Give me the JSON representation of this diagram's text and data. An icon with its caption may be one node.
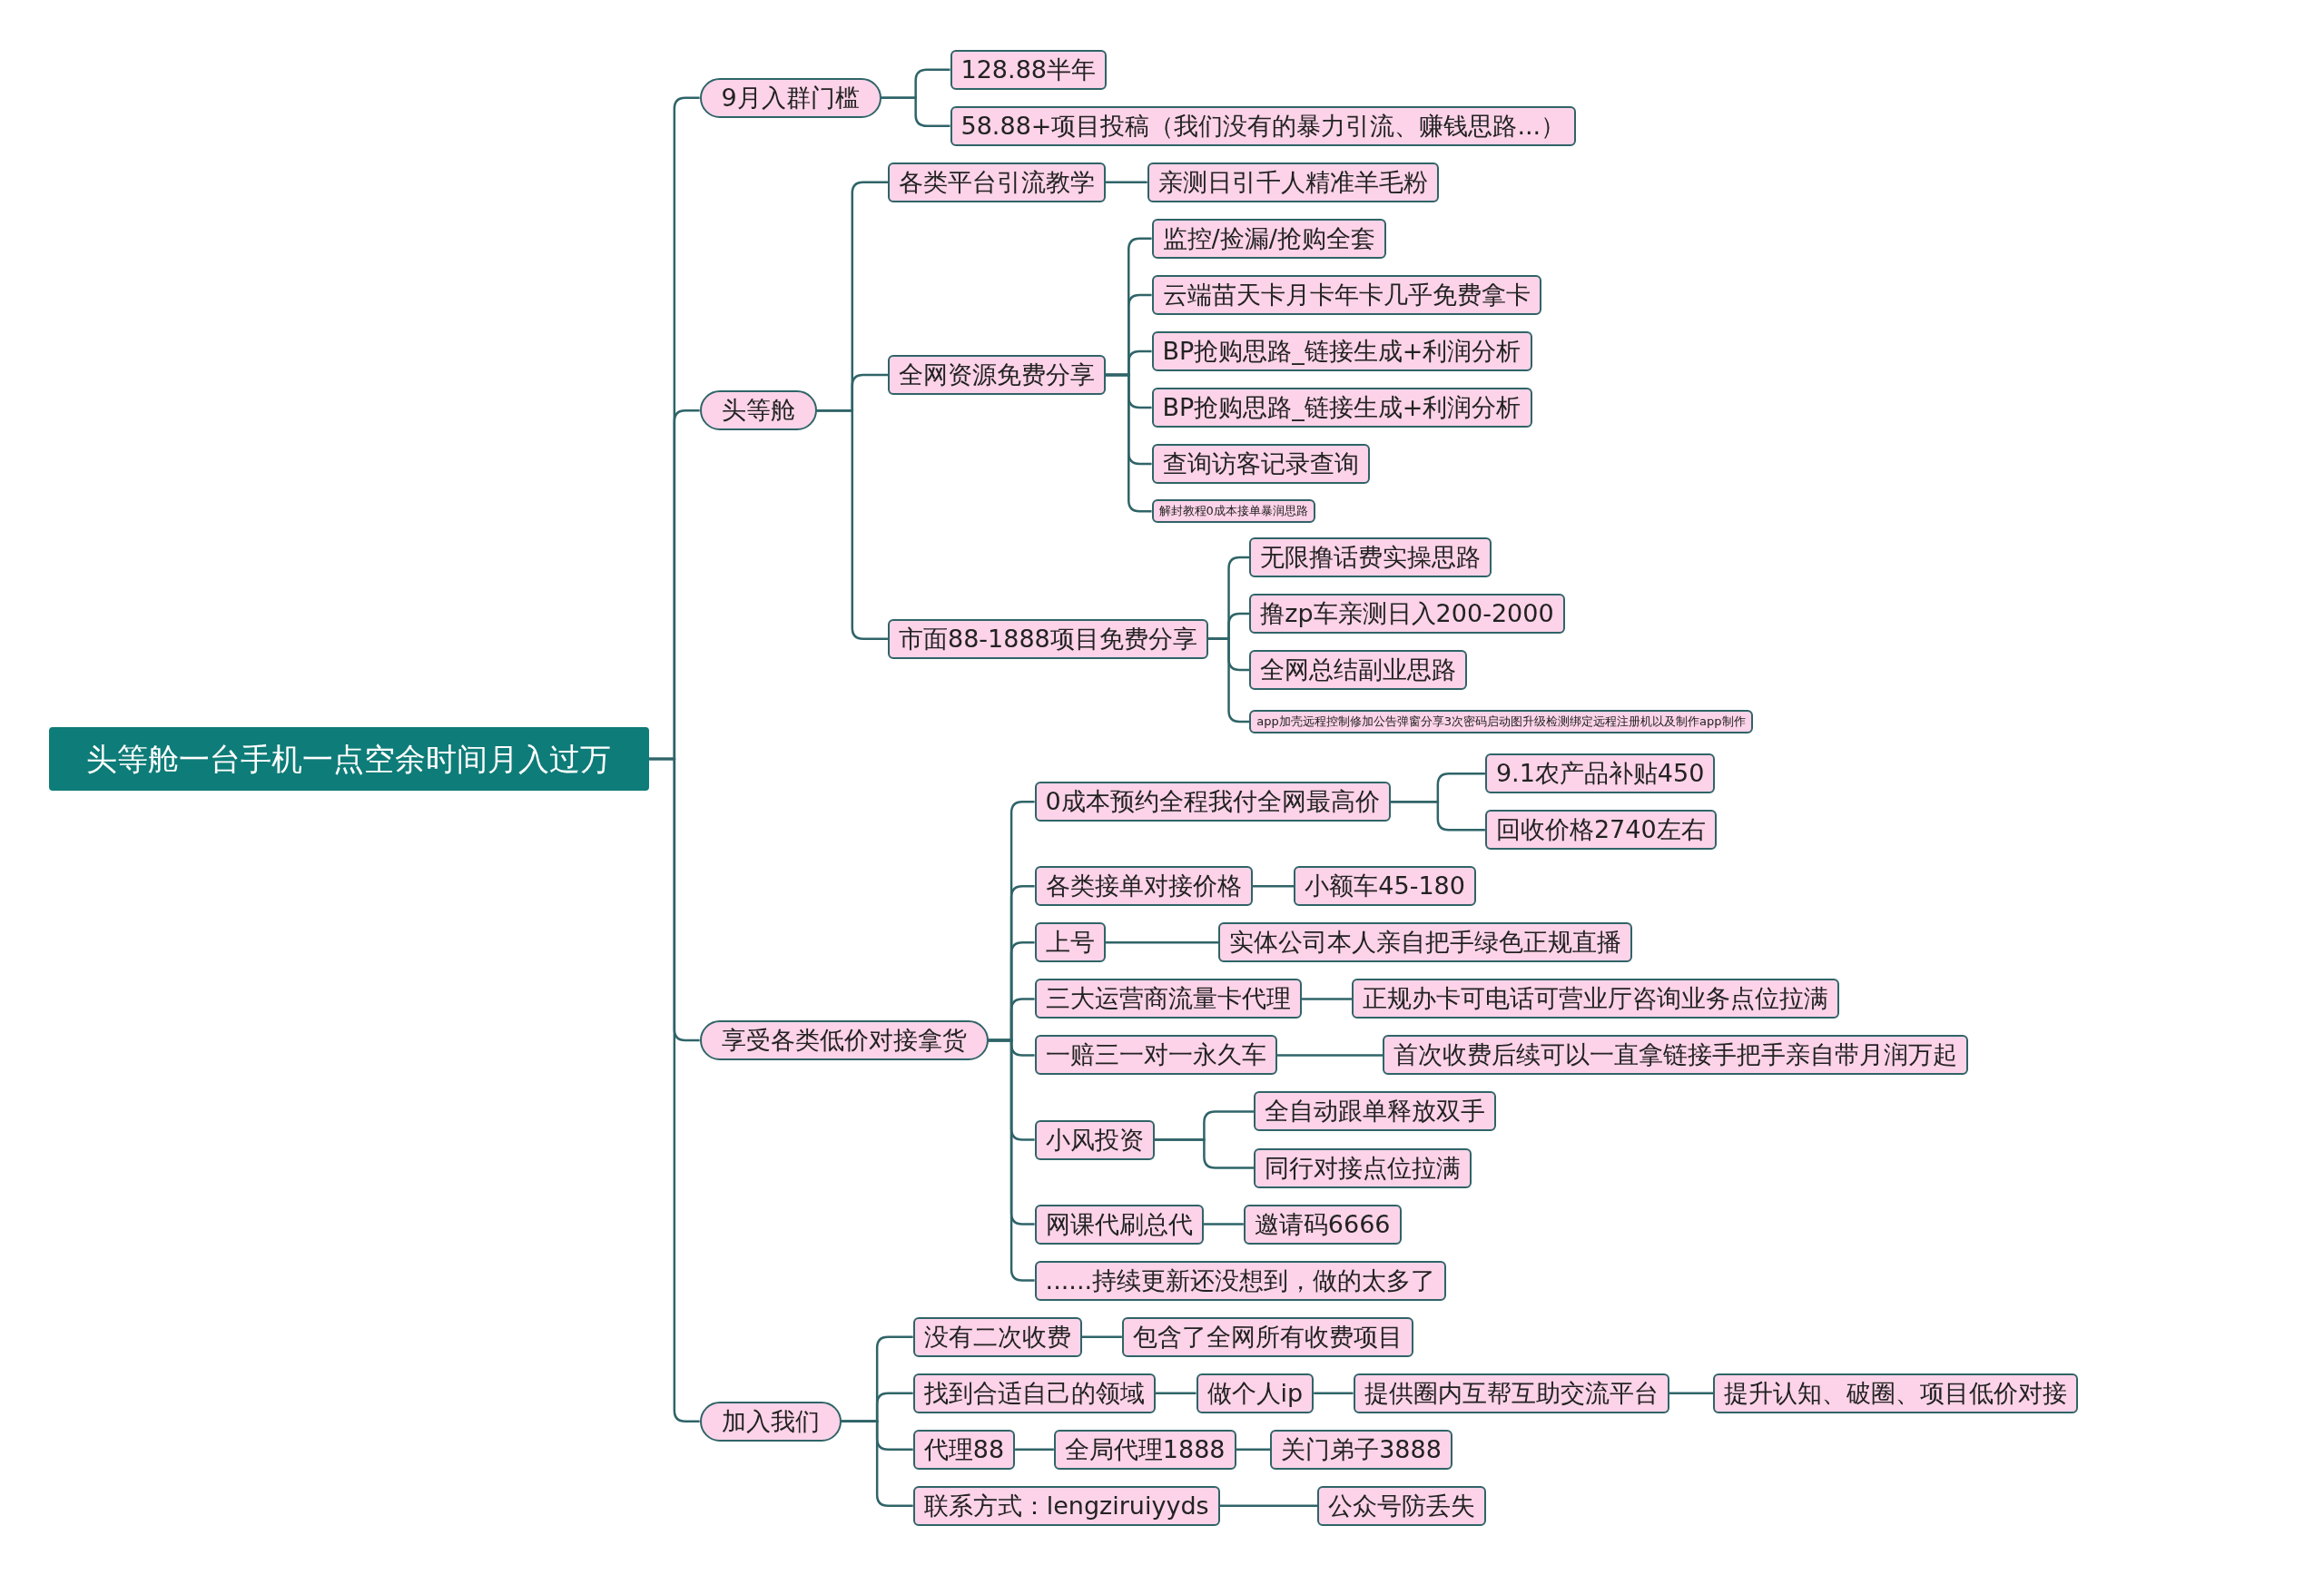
{
  "diagram": {
    "nodes": [
      {
        "text": [
          "头等舱一台手机一点空余时间月入过万"
        ]
      },
      {
        "text": [
          "9月入群门槛"
        ]
      },
      {
        "text": [
          "128.88半年"
        ]
      },
      {
        "text": [
          "58.88+项目投稿（我们没有的暴力引流、赚钱思路...）"
        ]
      },
      {
        "text": [
          "头等舱"
        ]
      },
      {
        "text": [
          "各类平台引流教学"
        ]
      },
      {
        "text": [
          "亲测日引千人精准羊毛粉"
        ]
      },
      {
        "text": [
          "全网资源免费分享"
        ]
      },
      {
        "text": [
          "监控/捡漏/抢购全套"
        ]
      },
      {
        "text": [
          "云端苗天卡月卡年卡几乎免费拿卡"
        ]
      },
      {
        "text": [
          "BP抢购思路_链接生成+利润分析"
        ]
      },
      {
        "text": [
          "BP抢购思路_链接生成+利润分析"
        ]
      },
      {
        "text": [
          "查询访客记录查询"
        ]
      },
      {
        "text": [
          "解封教程0成本接单暴润思路"
        ]
      },
      {
        "text": [
          "市面88-1888项目免费分享"
        ]
      },
      {
        "text": [
          "无限撸话费实操思路"
        ]
      },
      {
        "text": [
          "撸zp车亲测日入200-2000"
        ]
      },
      {
        "text": [
          "全网总结副业思路"
        ]
      },
      {
        "text": [
          "app加壳远程控制修加公告弹窗分享3次密码启动图升级检测绑定远程注册机以及制作app制作"
        ]
      },
      {
        "text": [
          "享受各类低价对接拿货"
        ]
      },
      {
        "text": [
          "0成本预约全程我付全网最高价"
        ]
      },
      {
        "text": [
          "9.1农产品补贴450"
        ]
      },
      {
        "text": [
          "回收价格2740左右"
        ]
      },
      {
        "text": [
          "各类接单对接价格"
        ]
      },
      {
        "text": [
          "小额车45-180"
        ]
      },
      {
        "text": [
          "上号"
        ]
      },
      {
        "text": [
          "实体公司本人亲自把手绿色正规直播"
        ]
      },
      {
        "text": [
          "三大运营商流量卡代理"
        ]
      },
      {
        "text": [
          "正规办卡可电话可营业厅咨询业务点位拉满"
        ]
      },
      {
        "text": [
          "一赔三一对一永久车"
        ]
      },
      {
        "text": [
          "首次收费后续可以一直拿链接手把手亲自带月润万起"
        ]
      },
      {
        "text": [
          "小风投资"
        ]
      },
      {
        "text": [
          "全自动跟单释放双手"
        ]
      },
      {
        "text": [
          "同行对接点位拉满"
        ]
      },
      {
        "text": [
          "网课代刷总代"
        ]
      },
      {
        "text": [
          "邀请码6666"
        ]
      },
      {
        "text": [
          "......持续更新还没想到，做的太多了"
        ]
      },
      {
        "text": [
          "加入我们"
        ]
      },
      {
        "text": [
          "没有二次收费"
        ]
      },
      {
        "text": [
          "包含了全网所有收费项目"
        ]
      },
      {
        "text": [
          "找到合适自己的领域"
        ]
      },
      {
        "text": [
          "做个人ip"
        ]
      },
      {
        "text": [
          "提供圈内互帮互助交流平台"
        ]
      },
      {
        "text": [
          "提升认知、破圈、项目低价对接"
        ]
      },
      {
        "text": [
          "代理88"
        ]
      },
      {
        "text": [
          "全局代理1888"
        ]
      },
      {
        "text": [
          "关门弟子3888"
        ]
      },
      {
        "text": [
          "联系方式：lengziruiyyds"
        ]
      },
      {
        "text": [
          "公众号防丢失"
        ]
      }
    ],
    "edges": [
      {
        "from": 0,
        "to": 1,
        "arrow": "none"
      },
      {
        "from": 1,
        "to": 2,
        "arrow": "none"
      },
      {
        "from": 1,
        "to": 3,
        "arrow": "none"
      },
      {
        "from": 0,
        "to": 4,
        "arrow": "none"
      },
      {
        "from": 4,
        "to": 5,
        "arrow": "none"
      },
      {
        "from": 5,
        "to": 6,
        "arrow": "none"
      },
      {
        "from": 4,
        "to": 7,
        "arrow": "none"
      },
      {
        "from": 7,
        "to": 8,
        "arrow": "none"
      },
      {
        "from": 7,
        "to": 9,
        "arrow": "none"
      },
      {
        "from": 7,
        "to": 10,
        "arrow": "none"
      },
      {
        "from": 7,
        "to": 11,
        "arrow": "none"
      },
      {
        "from": 7,
        "to": 12,
        "arrow": "none"
      },
      {
        "from": 7,
        "to": 13,
        "arrow": "none"
      },
      {
        "from": 4,
        "to": 14,
        "arrow": "none"
      },
      {
        "from": 14,
        "to": 15,
        "arrow": "none"
      },
      {
        "from": 14,
        "to": 16,
        "arrow": "none"
      },
      {
        "from": 14,
        "to": 17,
        "arrow": "none"
      },
      {
        "from": 14,
        "to": 18,
        "arrow": "none"
      },
      {
        "from": 0,
        "to": 19,
        "arrow": "none"
      },
      {
        "from": 19,
        "to": 20,
        "arrow": "none"
      },
      {
        "from": 20,
        "to": 21,
        "arrow": "none"
      },
      {
        "from": 20,
        "to": 22,
        "arrow": "none"
      },
      {
        "from": 19,
        "to": 23,
        "arrow": "none"
      },
      {
        "from": 23,
        "to": 24,
        "arrow": "none"
      },
      {
        "from": 19,
        "to": 25,
        "arrow": "none"
      },
      {
        "from": 25,
        "to": 26,
        "arrow": "none"
      },
      {
        "from": 19,
        "to": 27,
        "arrow": "none"
      },
      {
        "from": 27,
        "to": 28,
        "arrow": "none"
      },
      {
        "from": 19,
        "to": 29,
        "arrow": "none"
      },
      {
        "from": 29,
        "to": 30,
        "arrow": "none"
      },
      {
        "from": 19,
        "to": 31,
        "arrow": "none"
      },
      {
        "from": 31,
        "to": 32,
        "arrow": "none"
      },
      {
        "from": 31,
        "to": 33,
        "arrow": "none"
      },
      {
        "from": 19,
        "to": 34,
        "arrow": "none"
      },
      {
        "from": 34,
        "to": 35,
        "arrow": "none"
      },
      {
        "from": 19,
        "to": 36,
        "arrow": "none"
      },
      {
        "from": 0,
        "to": 37,
        "arrow": "none"
      },
      {
        "from": 37,
        "to": 38,
        "arrow": "none"
      },
      {
        "from": 38,
        "to": 39,
        "arrow": "none"
      },
      {
        "from": 37,
        "to": 40,
        "arrow": "none"
      },
      {
        "from": 40,
        "to": 41,
        "arrow": "none"
      },
      {
        "from": 41,
        "to": 42,
        "arrow": "none"
      },
      {
        "from": 42,
        "to": 43,
        "arrow": "none"
      },
      {
        "from": 37,
        "to": 44,
        "arrow": "none"
      },
      {
        "from": 44,
        "to": 45,
        "arrow": "none"
      },
      {
        "from": 45,
        "to": 46,
        "arrow": "none"
      },
      {
        "from": 37,
        "to": 47,
        "arrow": "none"
      },
      {
        "from": 47,
        "to": 48,
        "arrow": "none"
      }
    ]
  }
}
